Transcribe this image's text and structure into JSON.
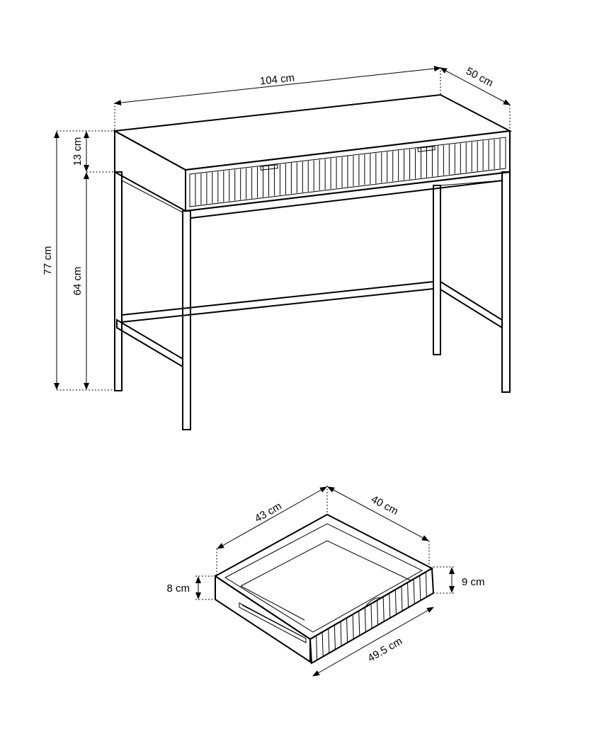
{
  "desk": {
    "width_label": "104 cm",
    "depth_label": "50 cm",
    "top_height_label": "13 cm",
    "leg_height_label": "64 cm",
    "total_height_label": "77 cm"
  },
  "drawer": {
    "left_depth_label": "43 cm",
    "right_depth_label": "40 cm",
    "front_height_label": "8 cm",
    "back_height_label": "9 cm",
    "front_width_label": "49.5 cm"
  }
}
